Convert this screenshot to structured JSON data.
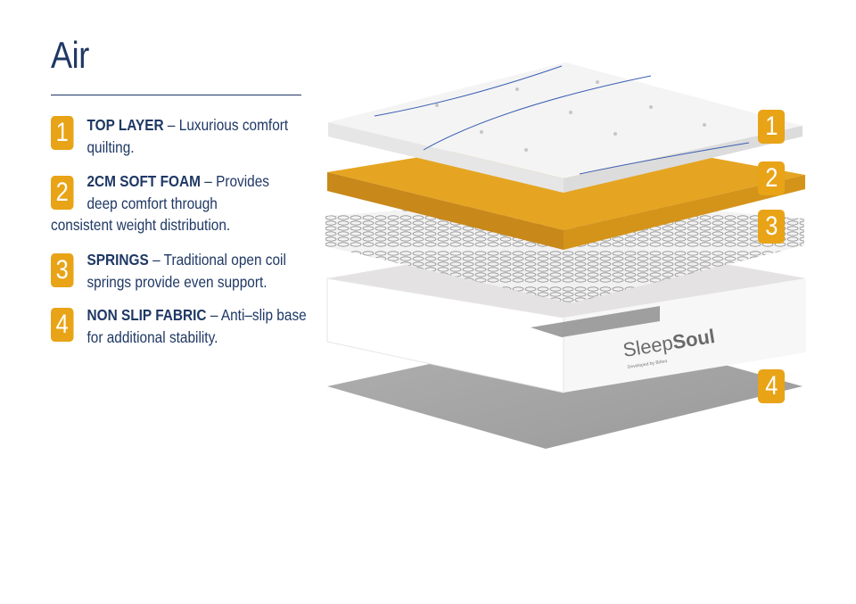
{
  "title": "Air",
  "items": [
    {
      "num": "1",
      "heading": "TOP LAYER",
      "sep": " – ",
      "text": "Luxurious comfort quilting."
    },
    {
      "num": "2",
      "heading": "2CM SOFT FOAM",
      "sep": " – ",
      "text": "Provides deep comfort through consistent weight distribution."
    },
    {
      "num": "3",
      "heading": "SPRINGS",
      "sep": " – ",
      "text": "Traditional open coil springs provide even support."
    },
    {
      "num": "4",
      "heading": "NON SLIP FABRIC",
      "sep": " – ",
      "text": "Anti–slip base for additional stability."
    }
  ],
  "callouts": [
    "1",
    "2",
    "3",
    "4"
  ],
  "brand": {
    "name": "SleepSoul",
    "tagline": "Developed by Birlea"
  },
  "colors": {
    "accent": "#e8a317",
    "navy": "#1f3864",
    "foam": "#e2a21c",
    "base": "#a8a8a8"
  }
}
